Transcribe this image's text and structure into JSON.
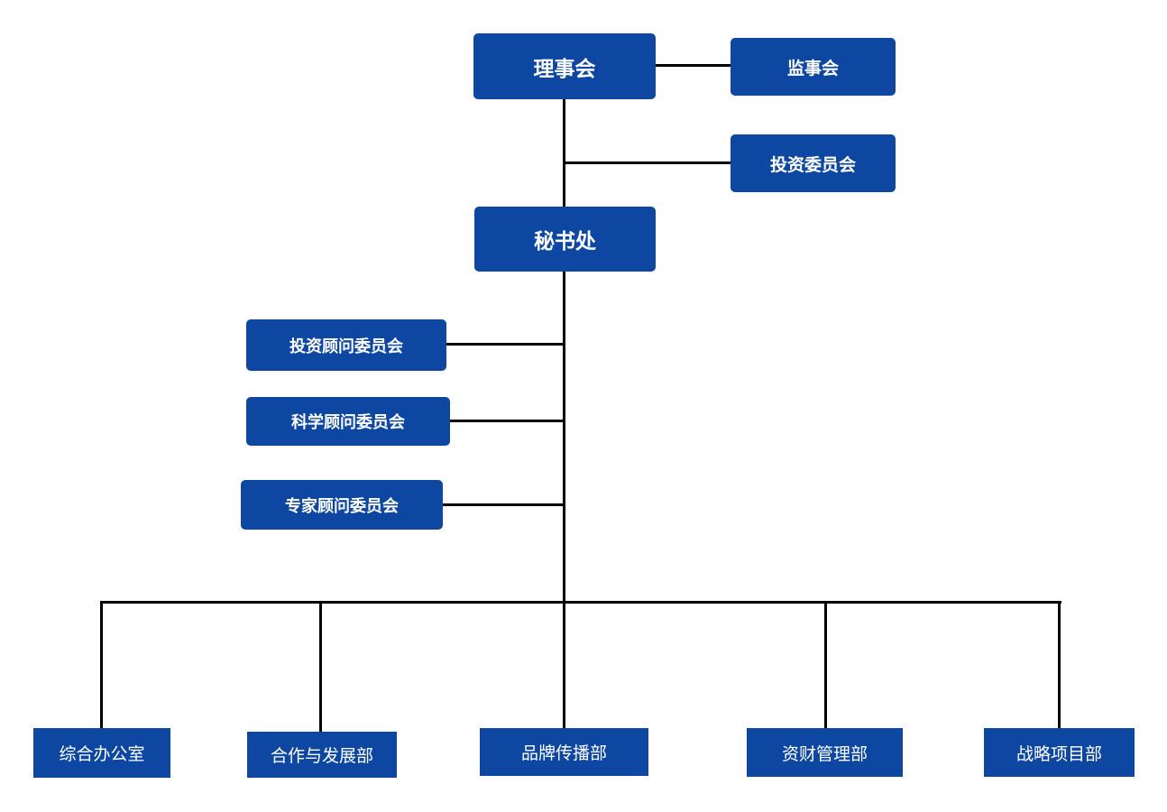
{
  "chart": {
    "board": "理事会",
    "supervisors": "监事会",
    "investment_committee": "投资委员会",
    "secretariat": "秘书处",
    "advisory_committees": [
      "投资顾问委员会",
      "科学顾问委员会",
      "专家顾问委员会"
    ],
    "departments": [
      "综合办公室",
      "合作与发展部",
      "品牌传播部",
      "资财管理部",
      "战略项目部"
    ]
  },
  "colors": {
    "box_fill": "#0d47a1",
    "box_text": "#ffffff",
    "connector": "#000000"
  }
}
